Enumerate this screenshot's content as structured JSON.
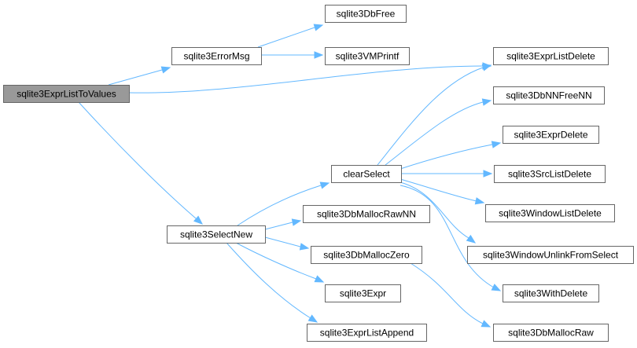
{
  "graph": {
    "root": "n0",
    "colors": {
      "edge": "#63b8ff",
      "root_fill": "#999999",
      "node_border": "#666666",
      "node_fill": "#ffffff"
    },
    "nodes": [
      {
        "id": "n0",
        "label": "sqlite3ExprListToValues"
      },
      {
        "id": "n1",
        "label": "sqlite3ErrorMsg"
      },
      {
        "id": "n2",
        "label": "sqlite3DbFree"
      },
      {
        "id": "n3",
        "label": "sqlite3VMPrintf"
      },
      {
        "id": "n4",
        "label": "sqlite3ExprListDelete"
      },
      {
        "id": "n5",
        "label": "sqlite3SelectNew"
      },
      {
        "id": "n6",
        "label": "clearSelect"
      },
      {
        "id": "n7",
        "label": "sqlite3DbNNFreeNN"
      },
      {
        "id": "n8",
        "label": "sqlite3ExprDelete"
      },
      {
        "id": "n9",
        "label": "sqlite3SrcListDelete"
      },
      {
        "id": "n10",
        "label": "sqlite3WindowListDelete"
      },
      {
        "id": "n11",
        "label": "sqlite3WindowUnlinkFromSelect"
      },
      {
        "id": "n12",
        "label": "sqlite3WithDelete"
      },
      {
        "id": "n13",
        "label": "sqlite3DbMallocRawNN"
      },
      {
        "id": "n14",
        "label": "sqlite3DbMallocZero"
      },
      {
        "id": "n15",
        "label": "sqlite3DbMallocRaw"
      },
      {
        "id": "n16",
        "label": "sqlite3Expr"
      },
      {
        "id": "n17",
        "label": "sqlite3ExprListAppend"
      }
    ],
    "edges": [
      {
        "from": "n0",
        "to": "n1"
      },
      {
        "from": "n0",
        "to": "n4"
      },
      {
        "from": "n0",
        "to": "n5"
      },
      {
        "from": "n1",
        "to": "n2"
      },
      {
        "from": "n1",
        "to": "n3"
      },
      {
        "from": "n5",
        "to": "n6"
      },
      {
        "from": "n5",
        "to": "n13"
      },
      {
        "from": "n5",
        "to": "n14"
      },
      {
        "from": "n5",
        "to": "n16"
      },
      {
        "from": "n5",
        "to": "n17"
      },
      {
        "from": "n6",
        "to": "n4"
      },
      {
        "from": "n6",
        "to": "n7"
      },
      {
        "from": "n6",
        "to": "n8"
      },
      {
        "from": "n6",
        "to": "n9"
      },
      {
        "from": "n6",
        "to": "n10"
      },
      {
        "from": "n6",
        "to": "n11"
      },
      {
        "from": "n6",
        "to": "n12"
      },
      {
        "from": "n14",
        "to": "n15"
      }
    ]
  }
}
